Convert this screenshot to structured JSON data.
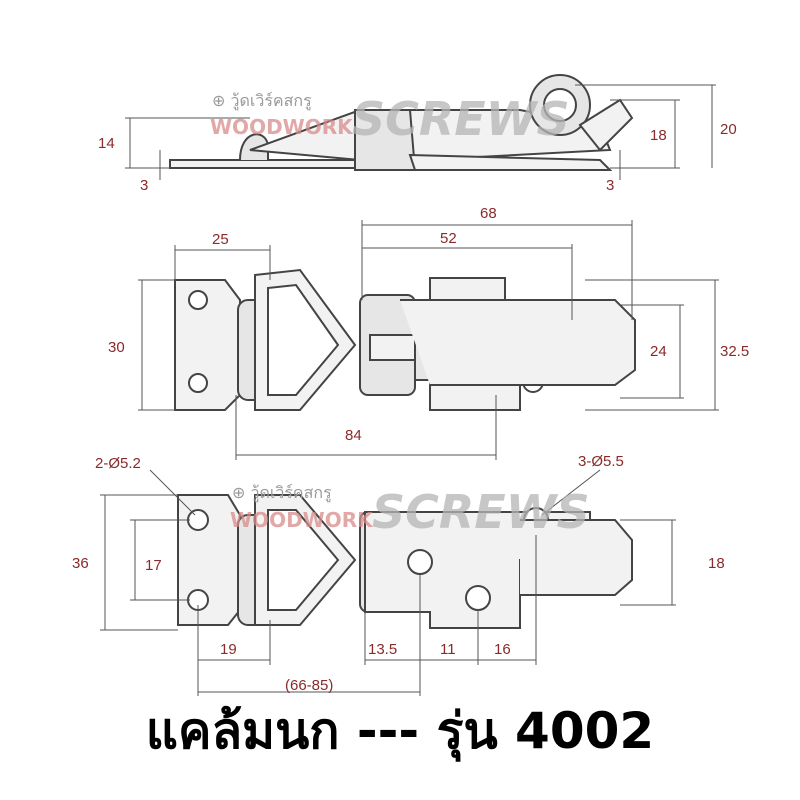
{
  "watermark": {
    "brand_thai": "⊕ วู้ดเวิร์คสกรู",
    "brand_wood": "WOODWORK",
    "brand_screws": "SCREWS"
  },
  "side_view": {
    "dims": {
      "h14": "14",
      "t3_left": "3",
      "h18": "18",
      "h20": "20",
      "t3_right": "3"
    }
  },
  "top_view": {
    "dims": {
      "w25": "25",
      "w68": "68",
      "w52": "52",
      "h30": "30",
      "h24": "24",
      "h32_5": "32.5",
      "w84": "84"
    }
  },
  "bottom_view": {
    "dims": {
      "holes_left": "2-Ø5.2",
      "holes_right": "3-Ø5.5",
      "h36": "36",
      "h17": "17",
      "h18": "18",
      "w19": "19",
      "w13_5": "13.5",
      "w11": "11",
      "w16": "16",
      "range": "(66-85)"
    }
  },
  "caption": "แคล้มนก --- รุ่น 4002",
  "colors": {
    "dimension_text": "#8a2a2a",
    "watermark_red": "#d98a8a",
    "caption": "#000000"
  }
}
